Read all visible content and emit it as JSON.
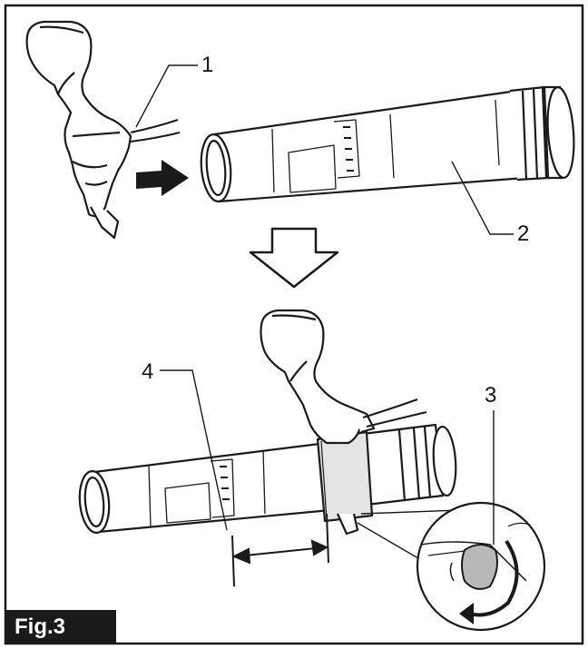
{
  "figure": {
    "label": "Fig.3",
    "callouts": {
      "c1": "1",
      "c2": "2",
      "c3": "3",
      "c4": "4"
    }
  },
  "colors": {
    "line": "#1a1a1a",
    "fill": "#ffffff",
    "shade": "#d0d0d0",
    "knob": "#b8b8b8"
  }
}
